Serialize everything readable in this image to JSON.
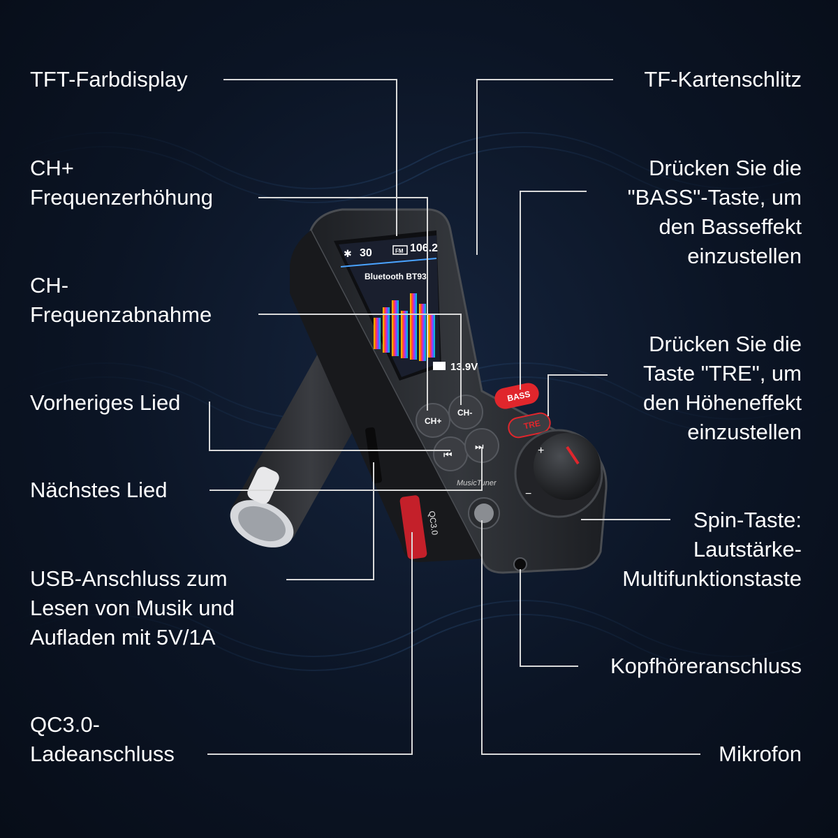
{
  "labels_left": {
    "tft_display": [
      "TFT-Farbdisplay"
    ],
    "ch_plus": [
      "CH+",
      "Frequenzerhöhung"
    ],
    "ch_minus": [
      "CH-",
      "Frequenzabnahme"
    ],
    "previous_song": [
      "Vorheriges Lied"
    ],
    "next_song": [
      "Nächstes Lied"
    ],
    "usb_port": [
      "USB-Anschluss zum",
      "Lesen von Musik und",
      "Aufladen mit 5V/1A"
    ],
    "qc_port": [
      "QC3.0-",
      "Ladeanschluss"
    ]
  },
  "labels_right": {
    "tf_slot": [
      "TF-Kartenschlitz"
    ],
    "bass_button": [
      "Drücken Sie die",
      "\"BASS\"-Taste, um",
      "den Basseffekt",
      "einzustellen"
    ],
    "tre_button": [
      "Drücken Sie die",
      "Taste \"TRE\", um",
      "den Höheneffekt",
      "einzustellen"
    ],
    "spin_button": [
      "Spin-Taste:",
      "Lautstärke-",
      "Multifunktionstaste"
    ],
    "headphone_port": [
      "Kopfhöreranschluss"
    ],
    "microphone": [
      "Mikrofon"
    ]
  },
  "device": {
    "screen": {
      "volume": "30",
      "fm_badge": "FM",
      "frequency": "106.2",
      "device_name": "Bluetooth BT93",
      "voltage": "13.9V"
    },
    "buttons": {
      "ch_plus": "CH+",
      "ch_minus": "CH-",
      "bass": "BASS",
      "tre": "TRE",
      "plus": "+",
      "minus": "−"
    },
    "brand": "MusicTuner",
    "usb_label": "QC3.0"
  },
  "colors": {
    "line": "#d9d9d9",
    "accent_red": "#e0262c",
    "device_body": "#2a2c30"
  }
}
